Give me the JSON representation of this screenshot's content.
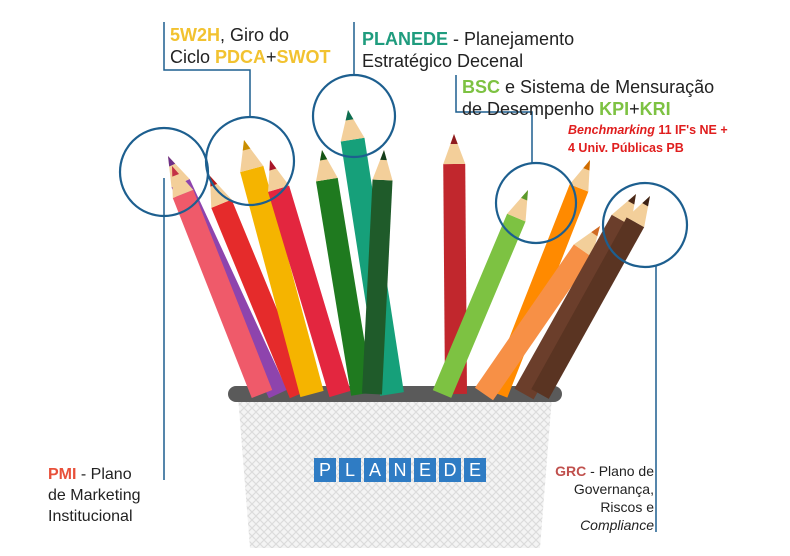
{
  "labels": {
    "five_w2h": {
      "line1_code": "5W2H",
      "line1_rest": ", Giro do",
      "line2_prefix": "Ciclo ",
      "pdca": "PDCA",
      "plus": "+",
      "swot": "SWOT"
    },
    "planede": {
      "code": "PLANEDE",
      "line1_rest": " - Planejamento",
      "line2": "Estratégico Decenal"
    },
    "bsc": {
      "code": "BSC",
      "line1_rest": " e Sistema de Mensuração",
      "line2_prefix": "de Desempenho ",
      "kpi": "KPI",
      "plus": "+",
      "kri": "KRI"
    },
    "benchmarking": {
      "line1_em": "Benchmarking",
      "line1_rest": " 11 IF's NE +",
      "line2": "4 Univ. Públicas PB"
    },
    "pmi": {
      "code": "PMI",
      "line1_rest": " - Plano",
      "line2": "de Marketing",
      "line3": "Institucional"
    },
    "grc": {
      "code": "GRC",
      "line1_rest": " - Plano de",
      "line2": "Governança,",
      "line3": "Riscos e",
      "line4": "Compliance"
    }
  },
  "cup_badge": [
    "P",
    "L",
    "A",
    "N",
    "E",
    "D",
    "E"
  ],
  "colors": {
    "accent_yellow": "#f2c230",
    "accent_teal": "#1f9c7e",
    "accent_green": "#7dc242",
    "accent_red": "#e8503a",
    "callout_blue": "#1d5f8f",
    "badge_blue": "#2f7cc4"
  },
  "icons": [
    "pencil-icon",
    "cup-icon",
    "callout-circle"
  ]
}
